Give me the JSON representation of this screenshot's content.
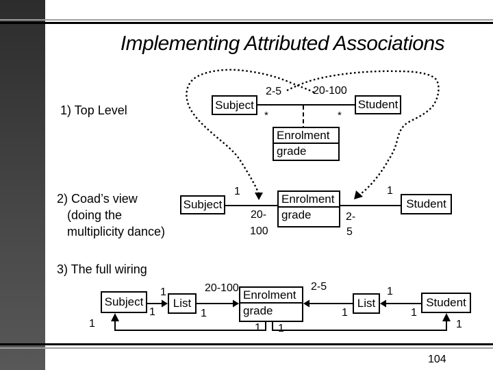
{
  "slide": {
    "title": "Implementing Attributed Associations",
    "page_number": "104"
  },
  "section1": {
    "label": "1) Top Level",
    "diagram": {
      "subject_label": "Subject",
      "student_label": "Student",
      "enrolment_class": "Enrolment",
      "enrolment_attribute": "grade",
      "multiplicity_subject_end": "2-5",
      "multiplicity_student_end": "20-100",
      "star_subject_end": "*",
      "star_student_end": "*"
    }
  },
  "section2": {
    "label_line1": "2) Coad’s view",
    "label_line2": "(doing the",
    "label_line3": "multiplicity dance)",
    "diagram": {
      "subject_label": "Subject",
      "student_label": "Student",
      "enrolment_class": "Enrolment",
      "enrolment_attribute": "grade",
      "one_subject_end": "1",
      "one_student_end": "1",
      "mult_left_line1": "20-",
      "mult_left_line2": "100",
      "mult_right_line1": "2-",
      "mult_right_line2": "5"
    }
  },
  "section3": {
    "label": "3) The full wiring",
    "diagram": {
      "subject_label": "Subject",
      "student_label": "Student",
      "list_left_label": "List",
      "list_right_label": "List",
      "enrolment_class": "Enrolment",
      "enrolment_attribute": "grade",
      "mult_20_100": "20-100",
      "mult_2_5": "2-5",
      "ones": [
        "1",
        "1",
        "1",
        "1",
        "1",
        "1",
        "1",
        "1",
        "1",
        "1"
      ]
    }
  }
}
